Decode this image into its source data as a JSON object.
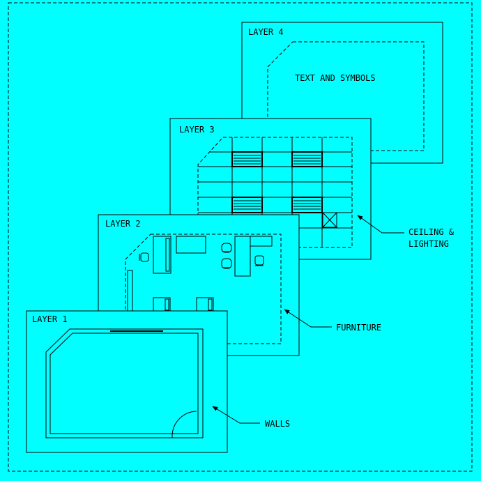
{
  "layers": [
    {
      "label": "LAYER 1"
    },
    {
      "label": "LAYER 2"
    },
    {
      "label": "LAYER 3"
    },
    {
      "label": "LAYER 4"
    }
  ],
  "layer4_content": "TEXT AND SYMBOLS",
  "callouts": {
    "ceiling_line1": "CEILING &",
    "ceiling_line2": "LIGHTING",
    "furniture": "FURNITURE",
    "walls": "WALLS"
  },
  "colors": {
    "background": "#00FFFF",
    "line": "#000000"
  }
}
